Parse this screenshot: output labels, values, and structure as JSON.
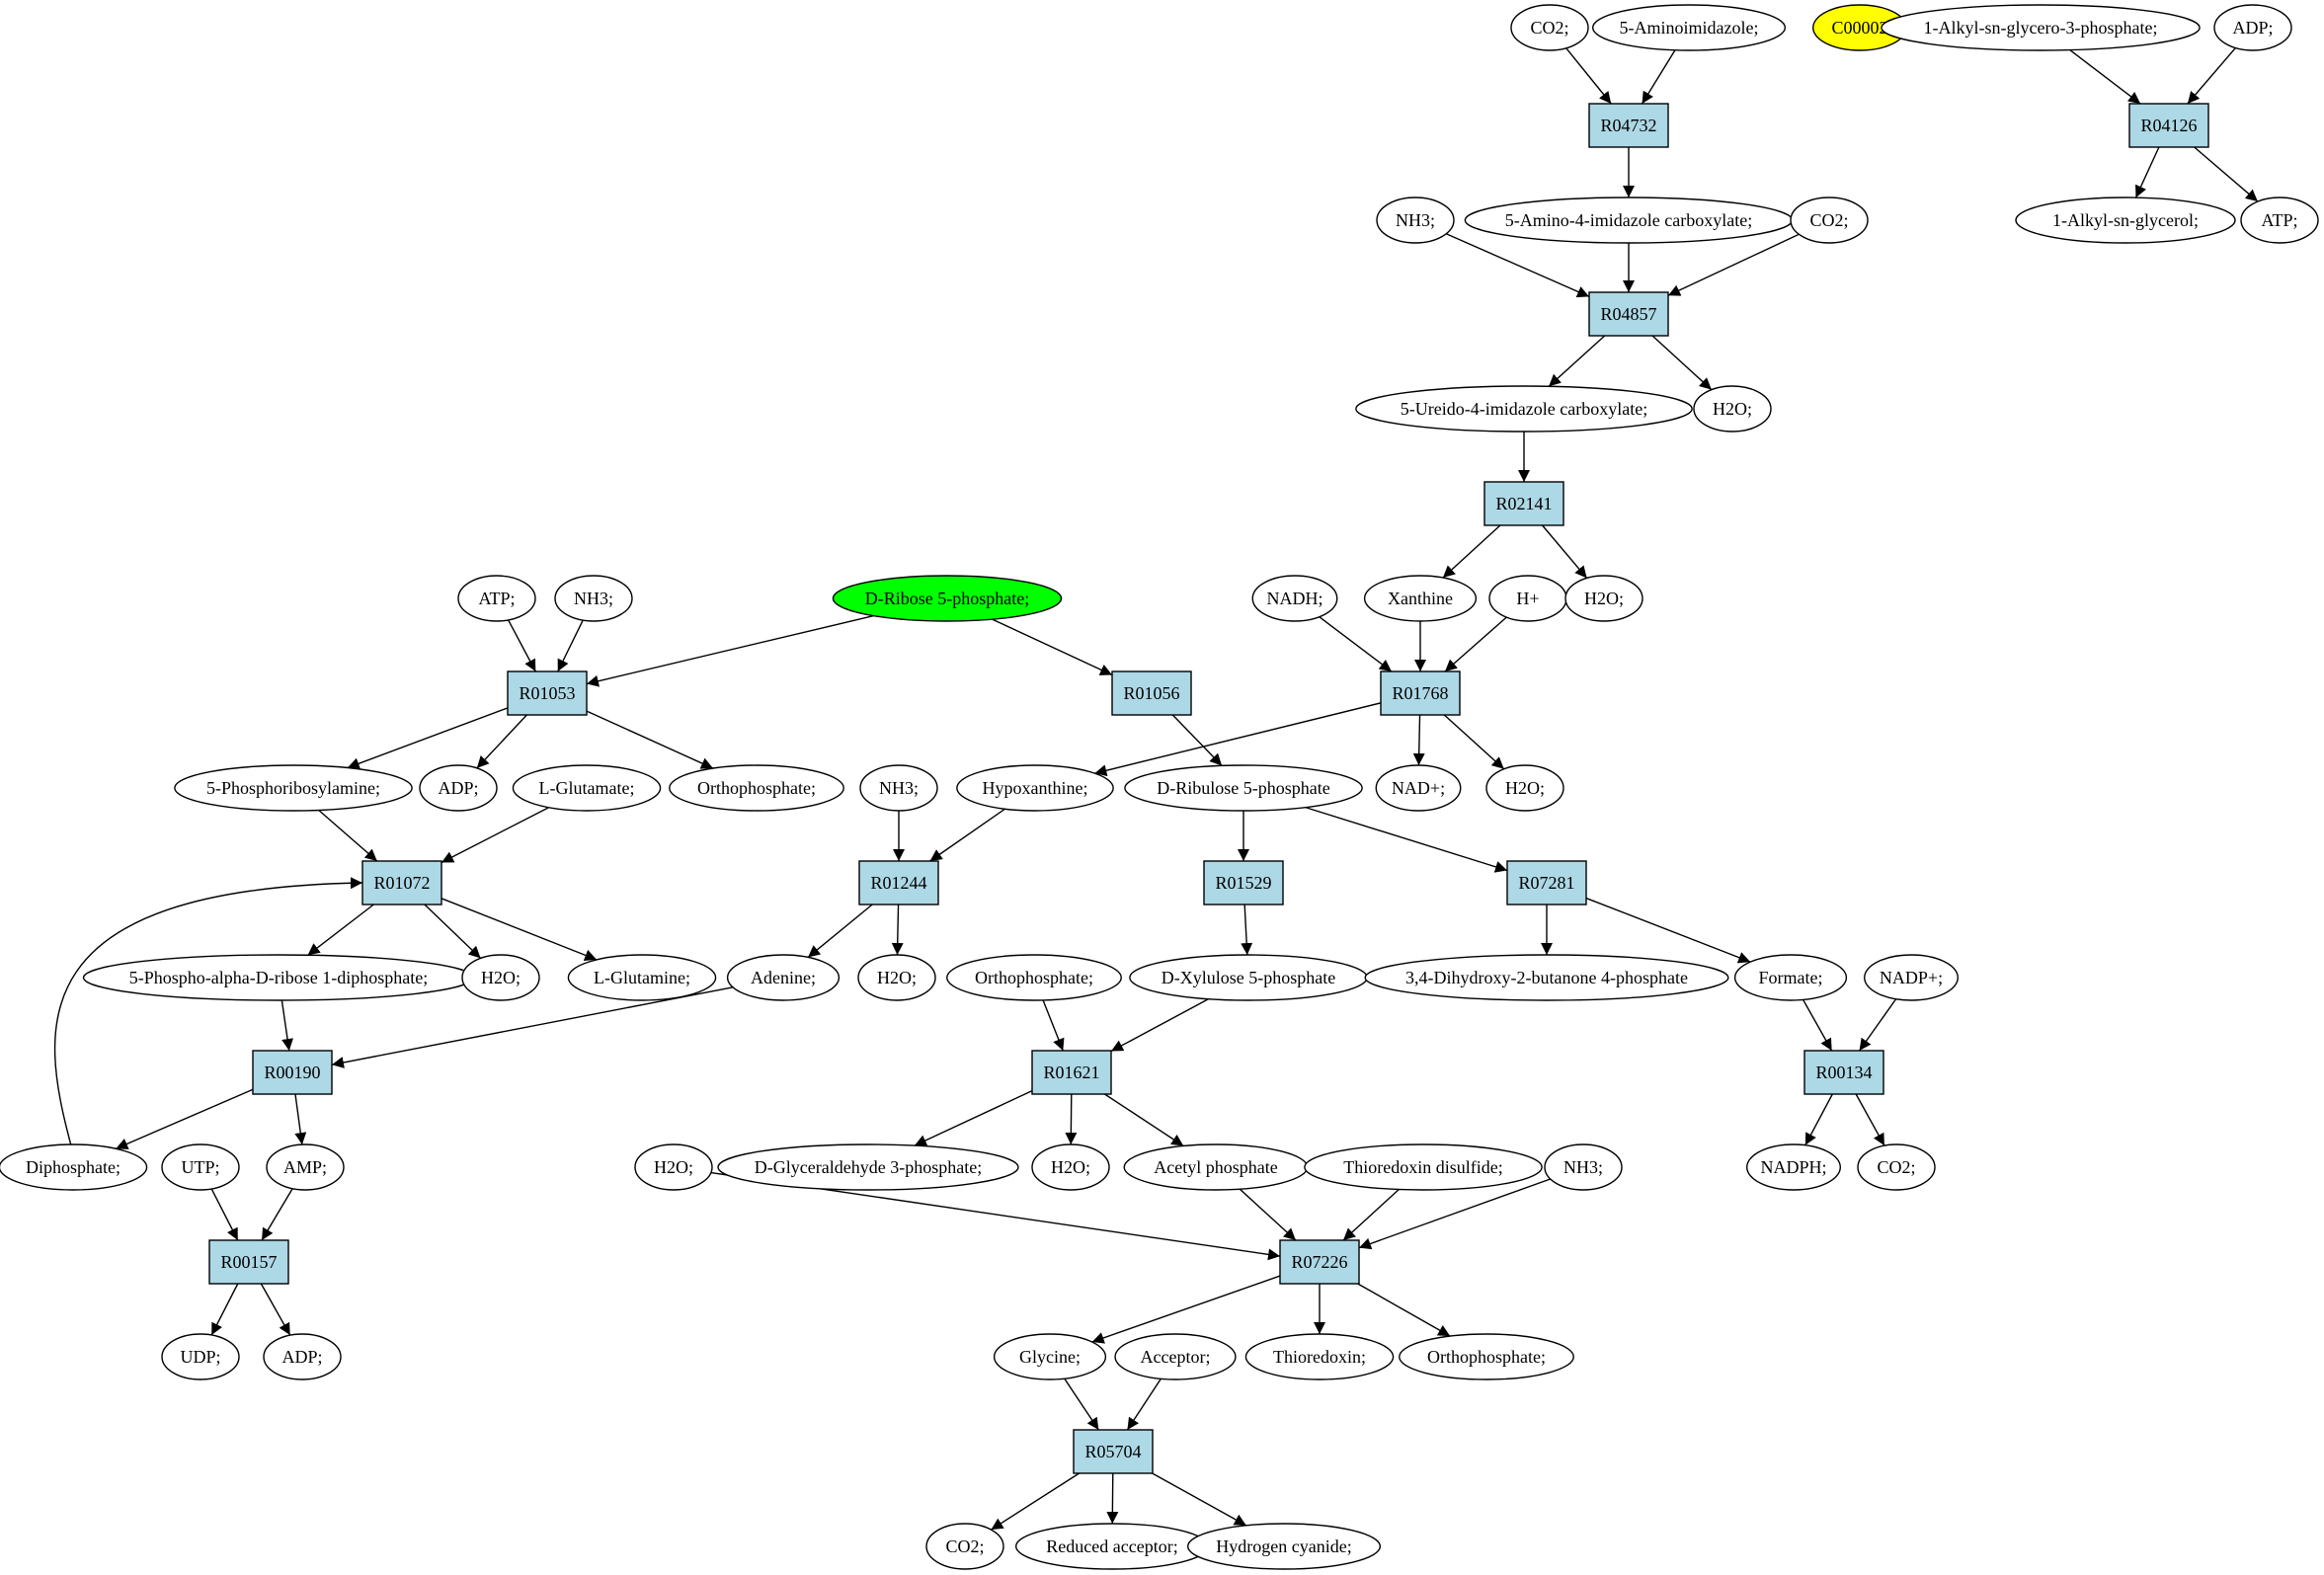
{
  "colors": {
    "reaction_fill": "#add8e6",
    "compound_fill": "#ffffff",
    "highlight_green": "#00ff00",
    "highlight_yellow": "#ffff00"
  },
  "nodes": [
    {
      "id": "R04732",
      "kind": "reaction",
      "label": "R04732"
    },
    {
      "id": "R04857",
      "kind": "reaction",
      "label": "R04857"
    },
    {
      "id": "R02141",
      "kind": "reaction",
      "label": "R02141"
    },
    {
      "id": "R04126",
      "kind": "reaction",
      "label": "R04126"
    },
    {
      "id": "R01053",
      "kind": "reaction",
      "label": "R01053"
    },
    {
      "id": "R01056",
      "kind": "reaction",
      "label": "R01056"
    },
    {
      "id": "R01768",
      "kind": "reaction",
      "label": "R01768"
    },
    {
      "id": "R01072",
      "kind": "reaction",
      "label": "R01072"
    },
    {
      "id": "R01244",
      "kind": "reaction",
      "label": "R01244"
    },
    {
      "id": "R01529",
      "kind": "reaction",
      "label": "R01529"
    },
    {
      "id": "R07281",
      "kind": "reaction",
      "label": "R07281"
    },
    {
      "id": "R00190",
      "kind": "reaction",
      "label": "R00190"
    },
    {
      "id": "R01621",
      "kind": "reaction",
      "label": "R01621"
    },
    {
      "id": "R00134",
      "kind": "reaction",
      "label": "R00134"
    },
    {
      "id": "R00157",
      "kind": "reaction",
      "label": "R00157"
    },
    {
      "id": "R07226",
      "kind": "reaction",
      "label": "R07226"
    },
    {
      "id": "R05704",
      "kind": "reaction",
      "label": "R05704"
    },
    {
      "id": "c_co2_top",
      "kind": "compound",
      "label": "CO2;"
    },
    {
      "id": "c_5ai",
      "kind": "compound",
      "label": "5-Aminoimidazole;"
    },
    {
      "id": "c_c00002",
      "kind": "compound",
      "label": "C00002",
      "fill": "yellow"
    },
    {
      "id": "c_alkyl_g3p",
      "kind": "compound",
      "label": "1-Alkyl-sn-glycero-3-phosphate;"
    },
    {
      "id": "c_adp_top",
      "kind": "compound",
      "label": "ADP;"
    },
    {
      "id": "c_nh3_a",
      "kind": "compound",
      "label": "NH3;"
    },
    {
      "id": "c_5a4ic",
      "kind": "compound",
      "label": "5-Amino-4-imidazole carboxylate;"
    },
    {
      "id": "c_co2_b",
      "kind": "compound",
      "label": "CO2;"
    },
    {
      "id": "c_alkyl_glycerol",
      "kind": "compound",
      "label": "1-Alkyl-sn-glycerol;"
    },
    {
      "id": "c_atp_top",
      "kind": "compound",
      "label": "ATP;"
    },
    {
      "id": "c_5u4ic",
      "kind": "compound",
      "label": "5-Ureido-4-imidazole carboxylate;"
    },
    {
      "id": "c_h2o_a",
      "kind": "compound",
      "label": "H2O;"
    },
    {
      "id": "c_atp",
      "kind": "compound",
      "label": "ATP;"
    },
    {
      "id": "c_nh3_b",
      "kind": "compound",
      "label": "NH3;"
    },
    {
      "id": "c_dr5p",
      "kind": "compound",
      "label": "D-Ribose 5-phosphate;",
      "fill": "green"
    },
    {
      "id": "c_nadh",
      "kind": "compound",
      "label": "NADH;"
    },
    {
      "id": "c_xanthine",
      "kind": "compound",
      "label": "Xanthine"
    },
    {
      "id": "c_hplus",
      "kind": "compound",
      "label": "H+"
    },
    {
      "id": "c_h2o_b",
      "kind": "compound",
      "label": "H2O;"
    },
    {
      "id": "c_5pra",
      "kind": "compound",
      "label": "5-Phosphoribosylamine;"
    },
    {
      "id": "c_adp_b",
      "kind": "compound",
      "label": "ADP;"
    },
    {
      "id": "c_lglu",
      "kind": "compound",
      "label": "L-Glutamate;"
    },
    {
      "id": "c_ortho_a",
      "kind": "compound",
      "label": "Orthophosphate;"
    },
    {
      "id": "c_nh3_c",
      "kind": "compound",
      "label": "NH3;"
    },
    {
      "id": "c_hypox",
      "kind": "compound",
      "label": "Hypoxanthine;"
    },
    {
      "id": "c_dru5p",
      "kind": "compound",
      "label": "D-Ribulose 5-phosphate"
    },
    {
      "id": "c_nadplus",
      "kind": "compound",
      "label": "NAD+;"
    },
    {
      "id": "c_h2o_c",
      "kind": "compound",
      "label": "H2O;"
    },
    {
      "id": "c_prpp",
      "kind": "compound",
      "label": "5-Phospho-alpha-D-ribose 1-diphosphate;"
    },
    {
      "id": "c_h2o_d",
      "kind": "compound",
      "label": "H2O;"
    },
    {
      "id": "c_lgln",
      "kind": "compound",
      "label": "L-Glutamine;"
    },
    {
      "id": "c_adenine",
      "kind": "compound",
      "label": "Adenine;"
    },
    {
      "id": "c_h2o_e",
      "kind": "compound",
      "label": "H2O;"
    },
    {
      "id": "c_ortho_b",
      "kind": "compound",
      "label": "Orthophosphate;"
    },
    {
      "id": "c_dxu5p",
      "kind": "compound",
      "label": "D-Xylulose 5-phosphate"
    },
    {
      "id": "c_dhb4p",
      "kind": "compound",
      "label": "3,4-Dihydroxy-2-butanone 4-phosphate"
    },
    {
      "id": "c_formate",
      "kind": "compound",
      "label": "Formate;"
    },
    {
      "id": "c_nadpplus",
      "kind": "compound",
      "label": "NADP+;"
    },
    {
      "id": "c_diphos",
      "kind": "compound",
      "label": "Diphosphate;"
    },
    {
      "id": "c_utp",
      "kind": "compound",
      "label": "UTP;"
    },
    {
      "id": "c_amp",
      "kind": "compound",
      "label": "AMP;"
    },
    {
      "id": "c_h2o_f",
      "kind": "compound",
      "label": "H2O;"
    },
    {
      "id": "c_g3p",
      "kind": "compound",
      "label": "D-Glyceraldehyde 3-phosphate;"
    },
    {
      "id": "c_h2o_g",
      "kind": "compound",
      "label": "H2O;"
    },
    {
      "id": "c_acetylp",
      "kind": "compound",
      "label": "Acetyl phosphate"
    },
    {
      "id": "c_thiodis",
      "kind": "compound",
      "label": "Thioredoxin disulfide;"
    },
    {
      "id": "c_nh3_d",
      "kind": "compound",
      "label": "NH3;"
    },
    {
      "id": "c_nadph",
      "kind": "compound",
      "label": "NADPH;"
    },
    {
      "id": "c_co2_c",
      "kind": "compound",
      "label": "CO2;"
    },
    {
      "id": "c_udp",
      "kind": "compound",
      "label": "UDP;"
    },
    {
      "id": "c_adp_c",
      "kind": "compound",
      "label": "ADP;"
    },
    {
      "id": "c_glycine",
      "kind": "compound",
      "label": "Glycine;"
    },
    {
      "id": "c_acceptor",
      "kind": "compound",
      "label": "Acceptor;"
    },
    {
      "id": "c_thioredoxin",
      "kind": "compound",
      "label": "Thioredoxin;"
    },
    {
      "id": "c_ortho_c",
      "kind": "compound",
      "label": "Orthophosphate;"
    },
    {
      "id": "c_co2_d",
      "kind": "compound",
      "label": "CO2;"
    },
    {
      "id": "c_redacc",
      "kind": "compound",
      "label": "Reduced acceptor;"
    },
    {
      "id": "c_hcn",
      "kind": "compound",
      "label": "Hydrogen cyanide;"
    }
  ],
  "edges": [
    [
      "c_co2_top",
      "R04732"
    ],
    [
      "c_5ai",
      "R04732"
    ],
    [
      "R04732",
      "c_5a4ic"
    ],
    [
      "c_alkyl_g3p",
      "R04126"
    ],
    [
      "c_adp_top",
      "R04126"
    ],
    [
      "R04126",
      "c_alkyl_glycerol"
    ],
    [
      "R04126",
      "c_atp_top"
    ],
    [
      "c_nh3_a",
      "R04857"
    ],
    [
      "c_5a4ic",
      "R04857"
    ],
    [
      "c_co2_b",
      "R04857"
    ],
    [
      "R04857",
      "c_5u4ic"
    ],
    [
      "R04857",
      "c_h2o_a"
    ],
    [
      "c_5u4ic",
      "R02141"
    ],
    [
      "R02141",
      "c_xanthine"
    ],
    [
      "R02141",
      "c_h2o_b"
    ],
    [
      "c_nadh",
      "R01768"
    ],
    [
      "c_xanthine",
      "R01768"
    ],
    [
      "c_hplus",
      "R01768"
    ],
    [
      "R01768",
      "c_hypox"
    ],
    [
      "R01768",
      "c_nadplus"
    ],
    [
      "R01768",
      "c_h2o_c"
    ],
    [
      "c_atp",
      "R01053"
    ],
    [
      "c_nh3_b",
      "R01053"
    ],
    [
      "c_dr5p",
      "R01053"
    ],
    [
      "R01053",
      "c_5pra"
    ],
    [
      "R01053",
      "c_adp_b"
    ],
    [
      "R01053",
      "c_ortho_a"
    ],
    [
      "c_dr5p",
      "R01056"
    ],
    [
      "R01056",
      "c_dru5p"
    ],
    [
      "c_5pra",
      "R01072"
    ],
    [
      "c_lglu",
      "R01072"
    ],
    [
      "R01072",
      "c_prpp"
    ],
    [
      "R01072",
      "c_h2o_d"
    ],
    [
      "R01072",
      "c_lgln"
    ],
    [
      "c_nh3_c",
      "R01244"
    ],
    [
      "c_hypox",
      "R01244"
    ],
    [
      "R01244",
      "c_adenine"
    ],
    [
      "R01244",
      "c_h2o_e"
    ],
    [
      "c_dru5p",
      "R01529"
    ],
    [
      "R01529",
      "c_dxu5p"
    ],
    [
      "c_dru5p",
      "R07281"
    ],
    [
      "R07281",
      "c_dhb4p"
    ],
    [
      "R07281",
      "c_formate"
    ],
    [
      "c_prpp",
      "R00190"
    ],
    [
      "c_adenine",
      "R00190"
    ],
    [
      "R00190",
      "c_diphos"
    ],
    [
      "R00190",
      "c_amp"
    ],
    [
      "c_diphos",
      "R01072"
    ],
    [
      "c_ortho_b",
      "R01621"
    ],
    [
      "c_dxu5p",
      "R01621"
    ],
    [
      "R01621",
      "c_g3p"
    ],
    [
      "R01621",
      "c_h2o_g"
    ],
    [
      "R01621",
      "c_acetylp"
    ],
    [
      "c_formate",
      "R00134"
    ],
    [
      "c_nadpplus",
      "R00134"
    ],
    [
      "R00134",
      "c_nadph"
    ],
    [
      "R00134",
      "c_co2_c"
    ],
    [
      "c_utp",
      "R00157"
    ],
    [
      "c_amp",
      "R00157"
    ],
    [
      "R00157",
      "c_udp"
    ],
    [
      "R00157",
      "c_adp_c"
    ],
    [
      "c_h2o_f",
      "R07226"
    ],
    [
      "c_acetylp",
      "R07226"
    ],
    [
      "c_thiodis",
      "R07226"
    ],
    [
      "c_nh3_d",
      "R07226"
    ],
    [
      "R07226",
      "c_glycine"
    ],
    [
      "R07226",
      "c_thioredoxin"
    ],
    [
      "R07226",
      "c_ortho_c"
    ],
    [
      "c_glycine",
      "R05704"
    ],
    [
      "c_acceptor",
      "R05704"
    ],
    [
      "R05704",
      "c_co2_d"
    ],
    [
      "R05704",
      "c_redacc"
    ],
    [
      "R05704",
      "c_hcn"
    ]
  ]
}
